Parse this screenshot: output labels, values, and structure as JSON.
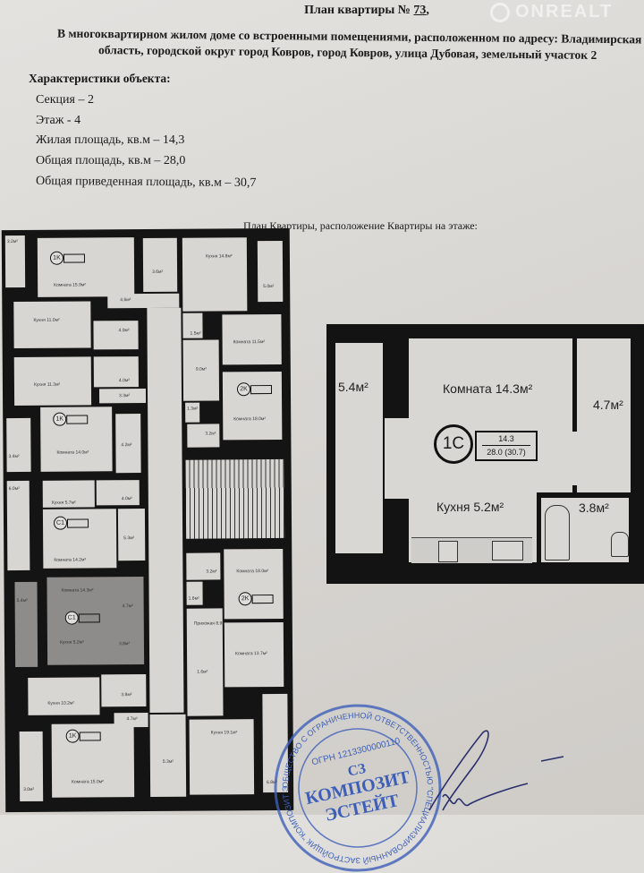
{
  "header": {
    "title_prefix": "План квартиры № ",
    "apartment_number": "73",
    "title_suffix": ",",
    "address_line1": "В многоквартирном жилом доме со встроенными помещениями, расположенном по адресу: Владимирская",
    "address_line2": "область, городской  округ город Ковров, город Ковров, улица Дубовая, земельный участок 2",
    "watermark": "ONREALT"
  },
  "characteristics": {
    "heading": "Характеристики объекта:",
    "items": [
      "Секция – 2",
      "Этаж - 4",
      "Жилая площадь, кв.м – 14,3",
      "Общая площадь, кв.м – 28,0",
      "Общая приведенная площадь, кв.м – 30,7"
    ]
  },
  "plan_caption": "План Квартиры, расположение Квартиры на этаже:",
  "floor_plan": {
    "rooms": [
      "3.2м²",
      "Комната 15.9м²",
      "3.6м²",
      "4.6м²",
      "Кухня 11.0м²",
      "4.0м²",
      "Кухня 11.3м²",
      "4.0м²",
      "3.3м²",
      "Комната 14.0м²",
      "4.2м²",
      "3.4м²",
      "6.0м²",
      "Кухня 5.7м²",
      "4.0м²",
      "5.3м²",
      "Комната 14.2м²",
      "5.4м²",
      "Комната 14.3м²",
      "4.7м²",
      "Кухня 5.2м²",
      "3.8м²",
      "Кухня 10.2м²",
      "3.8м²",
      "4.7м²",
      "Комната 15.0м²",
      "3.0м²",
      "5.3м²",
      "Кухня 14.8м²",
      "5.0м²",
      "1.5м²",
      "Комната 11.5м²",
      "9.0м²",
      "Комната 18.0м²",
      "1.3м²",
      "3.2м²",
      "3.2м²",
      "1.6м²",
      "Комната 18.0м²",
      "Прихожая 8.9м²",
      "Комната 13.7м²",
      "1.6м²",
      "Кухня 19.1м²",
      "6.8м²"
    ],
    "badges": [
      "1K",
      "2K",
      "1K",
      "C1",
      "C1",
      "2K",
      "1K"
    ]
  },
  "apartment_plan": {
    "room_label": "Комната 14.3м²",
    "closet_label": "4.7м²",
    "balcony_label": "5.4м²",
    "kitchen_label": "Кухня 5.2м²",
    "bathroom_label": "3.8м²",
    "type_badge": "1С",
    "living_area": "14.3",
    "total_area": "28.0 (30.7)"
  },
  "stamp": {
    "text_ring": "ОБЩЕСТВО С ОГРАНИЧЕННОЙ ОТВЕТСТВЕННОСТЬЮ \"СПЕЦИАЛИЗИРОВАННЫЙ ЗАСТРОЙЩИК \"КОМПОЗИТ ЭСТЕЙТ\" * ВЛАДИМИРСКАЯ ОБЛАСТЬ",
    "ogrn": "ОГРН 1213300000110",
    "line1": "СЗ",
    "line2": "КОМПОЗИТ",
    "line3": "ЭСТЕЙТ",
    "color": "#3d5fb8"
  }
}
